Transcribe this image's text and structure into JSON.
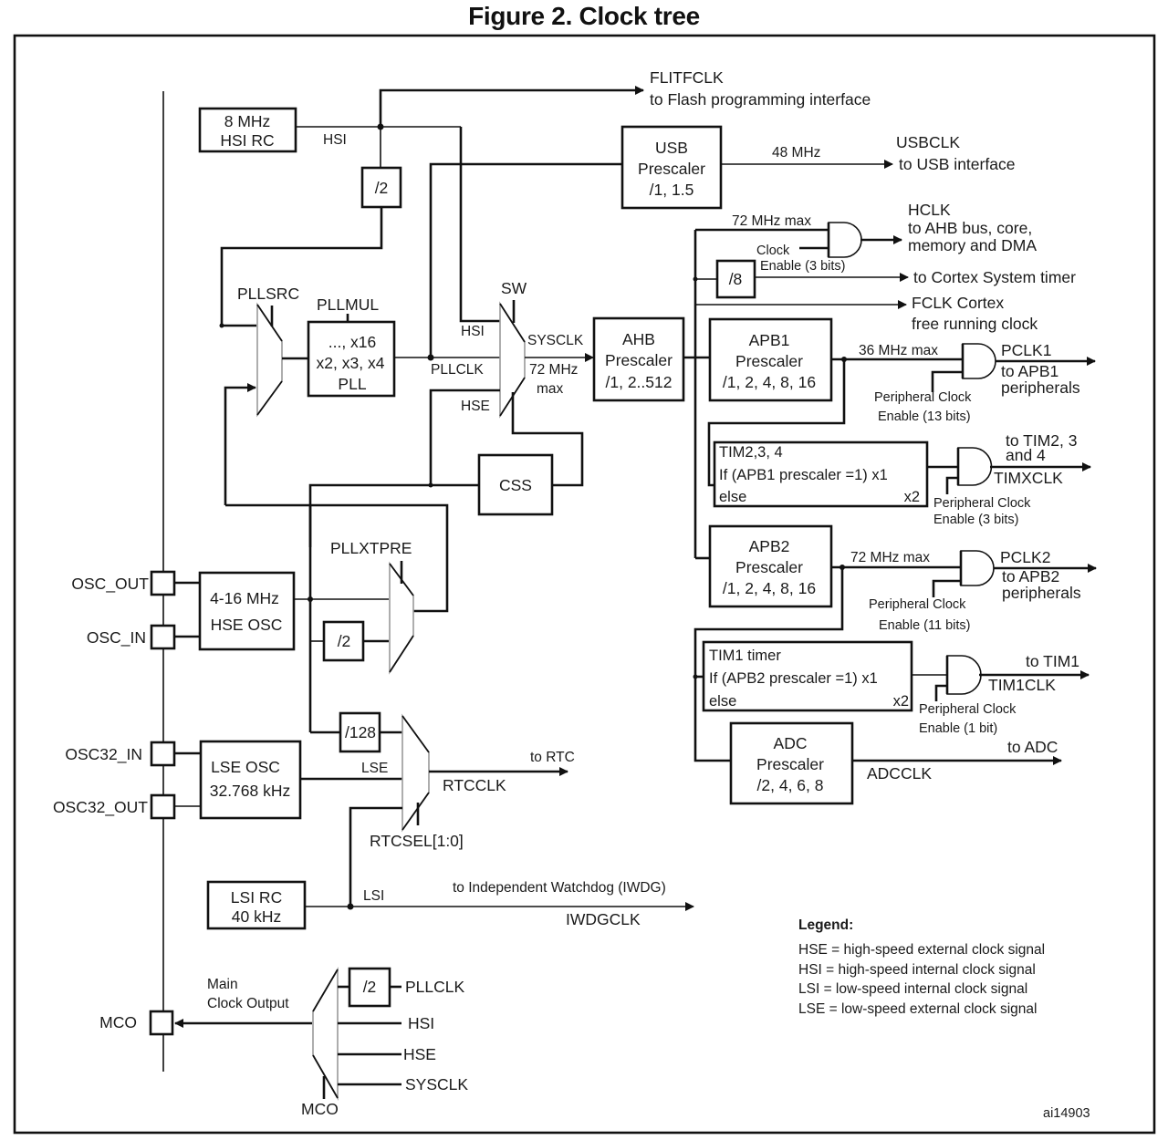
{
  "title": "Figure 2. Clock tree",
  "figure_id": "ai14903",
  "blocks": {
    "hsi_rc": [
      "8 MHz",
      "HSI RC"
    ],
    "div2_hsi": "/2",
    "pllsrc": "PLLSRC",
    "pllmul": "PLLMUL",
    "pll": [
      "..., x16",
      "x2, x3, x4",
      "PLL"
    ],
    "usb_prescaler": [
      "USB",
      "Prescaler",
      "/1, 1.5"
    ],
    "sw": "SW",
    "ahb_prescaler": [
      "AHB",
      "Prescaler",
      "/1, 2..512"
    ],
    "div8": "/8",
    "apb1_prescaler": [
      "APB1",
      "Prescaler",
      "/1, 2, 4, 8, 16"
    ],
    "tim234": [
      "TIM2,3, 4",
      "If (APB1 prescaler =1) x1",
      "else",
      "x2"
    ],
    "apb2_prescaler": [
      "APB2",
      "Prescaler",
      "/1, 2, 4, 8, 16"
    ],
    "tim1": [
      "TIM1 timer",
      "If (APB2 prescaler =1) x1",
      "else",
      "x2"
    ],
    "adc_prescaler": [
      "ADC",
      "Prescaler",
      "/2, 4, 6, 8"
    ],
    "css": "CSS",
    "pllxtpre": "PLLXTPRE",
    "hse_osc": [
      "4-16 MHz",
      "HSE OSC"
    ],
    "div2_hse": "/2",
    "div128": "/128",
    "lse_osc": [
      "LSE OSC",
      "32.768 kHz"
    ],
    "rtcsel": "RTCSEL[1:0]",
    "lsi_rc": [
      "LSI RC",
      "40 kHz"
    ],
    "div2_mco": "/2",
    "mco_mux": "MCO"
  },
  "pins": {
    "osc_out": "OSC_OUT",
    "osc_in": "OSC_IN",
    "osc32_in": "OSC32_IN",
    "osc32_out": "OSC32_OUT",
    "mco": "MCO"
  },
  "signals": {
    "hsi": "HSI",
    "hsi_sw": "HSI",
    "pllclk": "PLLCLK",
    "hse_sw": "HSE",
    "sysclk": "SYSCLK",
    "sysclk_max": [
      "72 MHz",
      "max"
    ],
    "usb_freq": "48 MHz",
    "hclk_max": "72 MHz max",
    "clock_enable": [
      "Clock",
      "Enable (3 bits)"
    ],
    "apb1_max": "36 MHz max",
    "apb1_enable": [
      "Peripheral Clock",
      "Enable (13 bits)"
    ],
    "tim234_enable": [
      "Peripheral Clock",
      "Enable (3 bits)"
    ],
    "apb2_max": "72 MHz max",
    "apb2_enable": [
      "Peripheral Clock",
      "Enable (11 bits)"
    ],
    "tim1_enable": [
      "Peripheral Clock",
      "Enable (1 bit)"
    ],
    "lse": "LSE",
    "lsi": "LSI",
    "main_clock_output": [
      "Main",
      "Clock Output"
    ],
    "mco_inputs": [
      "PLLCLK",
      "HSI",
      "HSE",
      "SYSCLK"
    ]
  },
  "outputs": {
    "flitfclk": [
      "FLITFCLK",
      "to Flash programming interface"
    ],
    "usbclk": [
      "USBCLK",
      "to USB interface"
    ],
    "hclk": [
      "HCLK",
      "to AHB bus, core,",
      "memory and DMA"
    ],
    "systick": "to Cortex System timer",
    "fclk": [
      "FCLK Cortex",
      "free running clock"
    ],
    "pclk1": [
      "PCLK1",
      "to APB1",
      "peripherals"
    ],
    "timxclk": [
      "to TIM2, 3",
      "and 4",
      "TIMXCLK"
    ],
    "pclk2": [
      "PCLK2",
      "to APB2",
      "peripherals"
    ],
    "tim1clk": [
      "to TIM1",
      "TIM1CLK"
    ],
    "adcclk": [
      "to ADC",
      "ADCCLK"
    ],
    "rtcclk": [
      "to RTC",
      "RTCCLK"
    ],
    "iwdgclk": [
      "to Independent Watchdog (IWDG)",
      "IWDGCLK"
    ]
  },
  "legend": {
    "title": "Legend:",
    "items": [
      "HSE = high-speed external clock signal",
      "HSI = high-speed internal clock signal",
      "LSI = low-speed internal clock signal",
      "LSE = low-speed external clock signal"
    ]
  }
}
